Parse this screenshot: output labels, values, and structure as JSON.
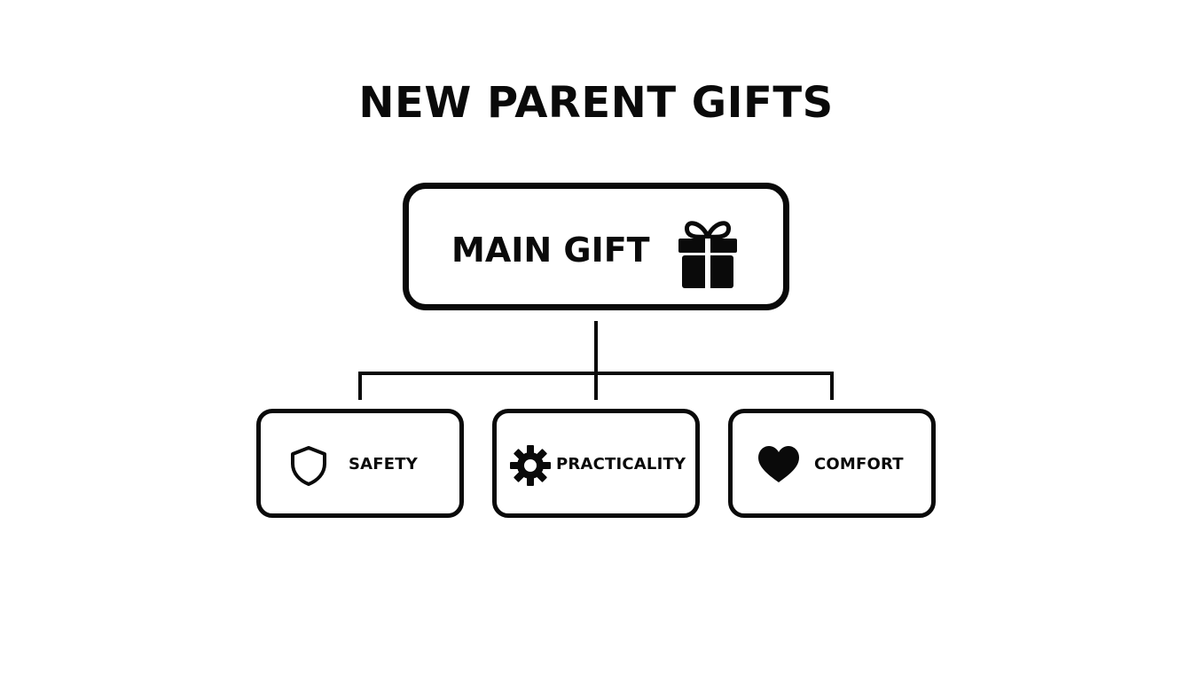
{
  "title": "NEW PARENT GIFTS",
  "root": {
    "label": "MAIN GIFT",
    "icon": "gift-icon"
  },
  "children": [
    {
      "label": "SAFETY",
      "icon": "shield-icon"
    },
    {
      "label": "PRACTICALITY",
      "icon": "gear-icon"
    },
    {
      "label": "COMFORT",
      "icon": "heart-icon"
    }
  ],
  "colors": {
    "stroke": "#0a0a0a",
    "background": "#ffffff"
  }
}
